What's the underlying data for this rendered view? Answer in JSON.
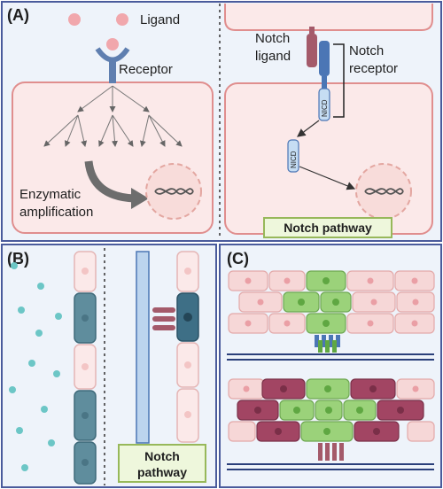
{
  "panels": {
    "a": {
      "label": "(A)",
      "ligand": "Ligand",
      "receptor": "Receptor",
      "enzymatic_1": "Enzymatic",
      "enzymatic_2": "amplification",
      "notch_ligand_1": "Notch",
      "notch_ligand_2": "ligand",
      "notch_receptor_1": "Notch",
      "notch_receptor_2": "receptor",
      "nicd": "NICD",
      "notch_pathway": "Notch pathway"
    },
    "b": {
      "label": "(B)",
      "notch_pathway_1": "Notch",
      "notch_pathway_2": "pathway"
    },
    "c": {
      "label": "(C)"
    }
  },
  "colors": {
    "panel_border": "#4a5b9c",
    "panel_bg": "#eef3fa",
    "cell_fill": "#fbe9e9",
    "cell_border": "#e08e8e",
    "ligand_pink": "#f1a7ac",
    "receptor_blue": "#5f7fb0",
    "notch_red": "#a45a6a",
    "notch_blue": "#4b76b5",
    "nicd_fill": "#c6ddf3",
    "teal_cell": "#5f8d9d",
    "green_cell": "#9bd27a",
    "magenta_cell": "#a24563",
    "label_box_fill": "#eef7dc",
    "label_box_border": "#97b85a"
  }
}
